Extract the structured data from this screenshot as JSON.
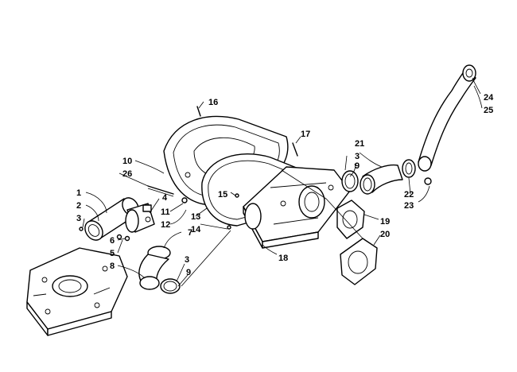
{
  "callouts": [
    {
      "id": "c1",
      "text": "1"
    },
    {
      "id": "c2",
      "text": "2"
    },
    {
      "id": "c3a",
      "text": "3"
    },
    {
      "id": "c3b",
      "text": "3"
    },
    {
      "id": "c3c",
      "text": "3"
    },
    {
      "id": "c4",
      "text": "4"
    },
    {
      "id": "c5",
      "text": "5"
    },
    {
      "id": "c6",
      "text": "6"
    },
    {
      "id": "c7",
      "text": "7"
    },
    {
      "id": "c8",
      "text": "8"
    },
    {
      "id": "c9a",
      "text": "9"
    },
    {
      "id": "c9b",
      "text": "9"
    },
    {
      "id": "c10",
      "text": "10"
    },
    {
      "id": "c11",
      "text": "11"
    },
    {
      "id": "c12",
      "text": "12"
    },
    {
      "id": "c13",
      "text": "13"
    },
    {
      "id": "c14",
      "text": "14"
    },
    {
      "id": "c15",
      "text": "15"
    },
    {
      "id": "c16",
      "text": "16"
    },
    {
      "id": "c17",
      "text": "17"
    },
    {
      "id": "c18",
      "text": "18"
    },
    {
      "id": "c19",
      "text": "19"
    },
    {
      "id": "c20",
      "text": "20"
    },
    {
      "id": "c21",
      "text": "21"
    },
    {
      "id": "c22",
      "text": "22"
    },
    {
      "id": "c23",
      "text": "23"
    },
    {
      "id": "c24",
      "text": "24"
    },
    {
      "id": "c25",
      "text": "25"
    },
    {
      "id": "c26",
      "text": "26"
    }
  ]
}
